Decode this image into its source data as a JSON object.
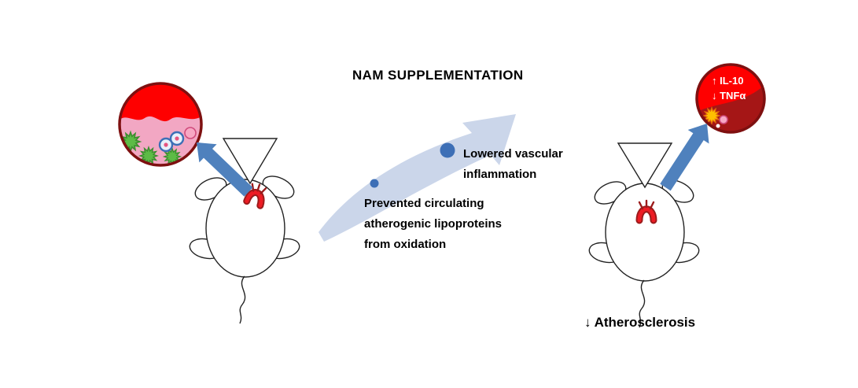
{
  "title": "NAM SUPPLEMENTATION",
  "bullets": [
    {
      "size": "small",
      "lines": [
        "Prevented circulating",
        "atherogenic lipoproteins",
        "from oxidation"
      ]
    },
    {
      "size": "large",
      "lines": [
        "Lowered vascular",
        "inflammation"
      ]
    }
  ],
  "inset_right": {
    "lines": [
      "↑ IL-10",
      "↓ TNFα"
    ]
  },
  "outcome": "↓ Atherosclerosis",
  "palette": {
    "accent-blue": "#4F81BD",
    "bullet-blue": "#3D6FB6",
    "swoosh": "#CBD6EA",
    "red": "#FE0000",
    "dark-red": "#A51616",
    "maroon": "#7E1010",
    "pink": "#F2A7C3",
    "green": "#5DBB46",
    "green-dark": "#3C8D2F",
    "yellow": "#FFC000"
  }
}
